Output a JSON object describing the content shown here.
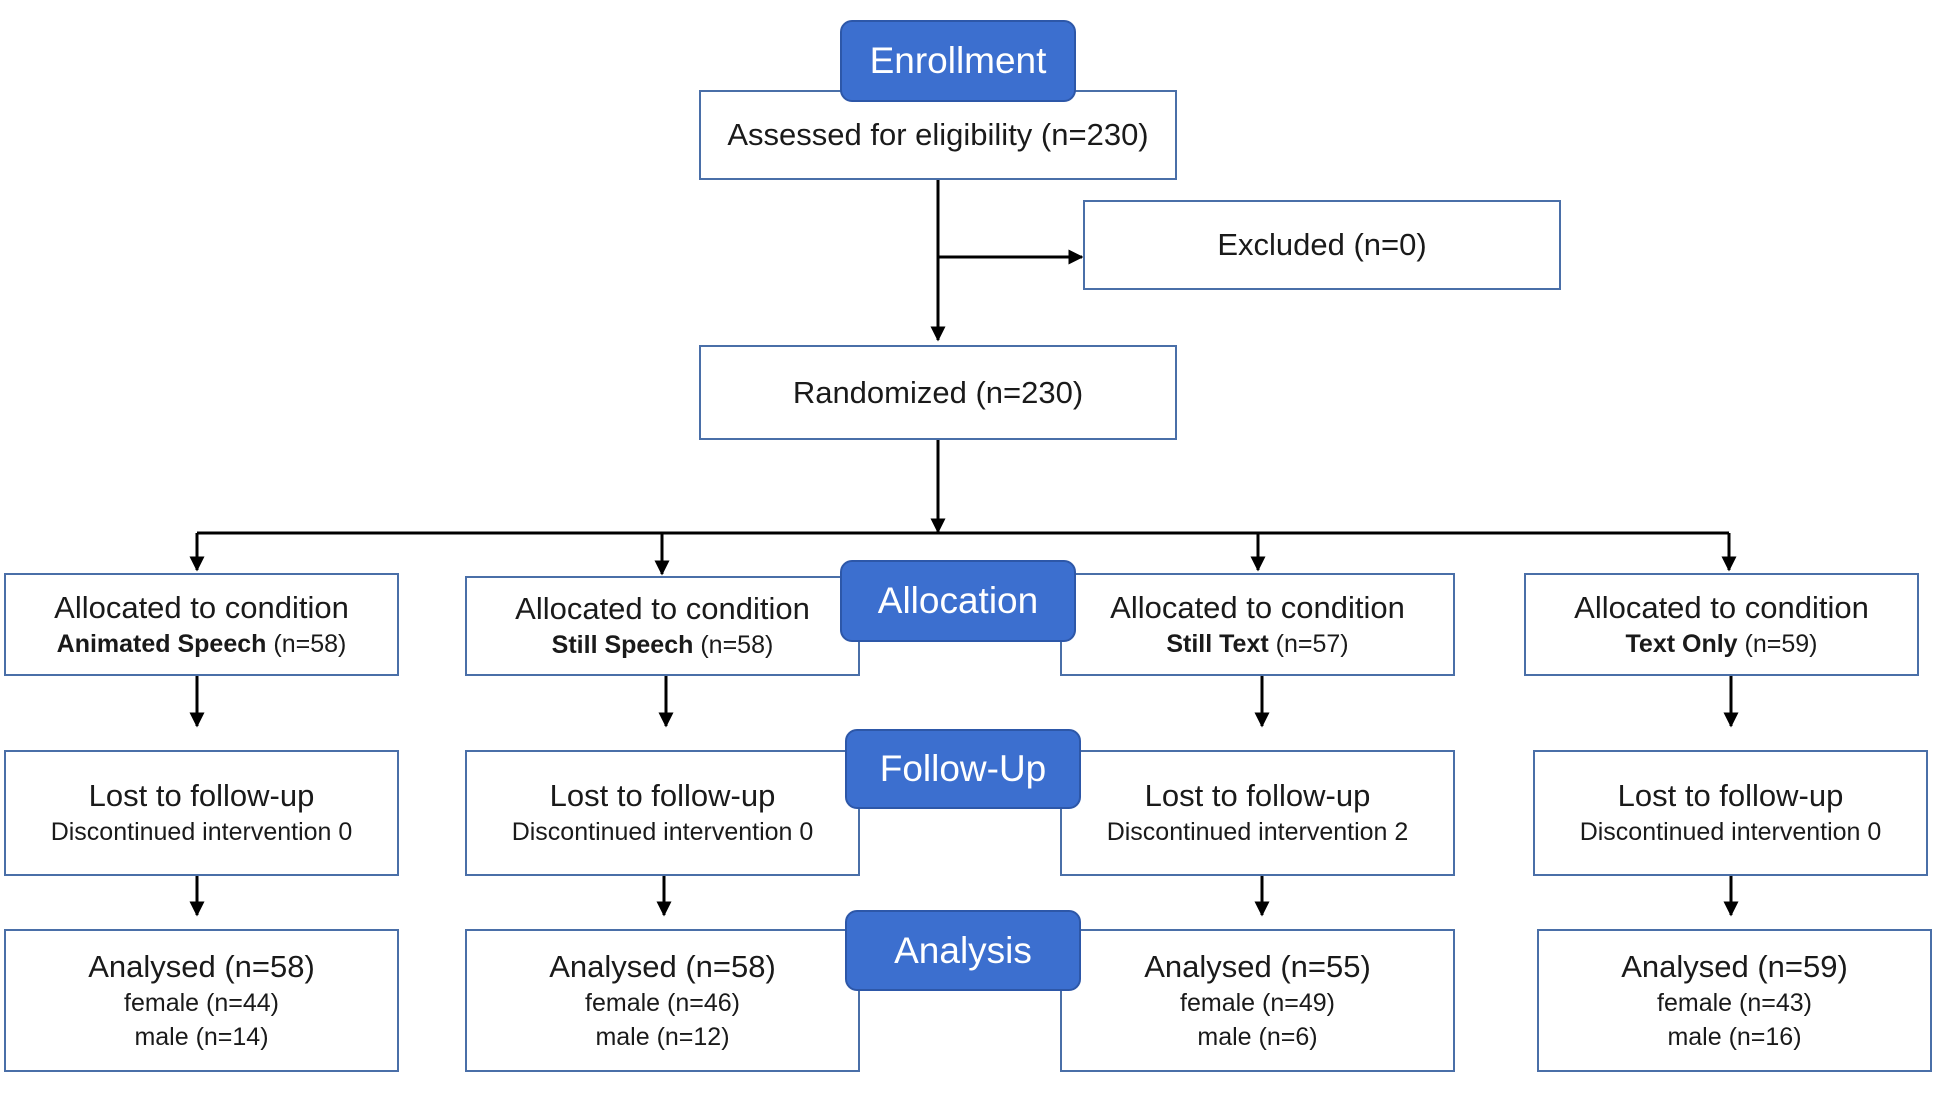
{
  "stages": {
    "enrollment": "Enrollment",
    "allocation": "Allocation",
    "followup": "Follow-Up",
    "analysis": "Analysis"
  },
  "assessed": "Assessed for eligibility (n=230)",
  "excluded": "Excluded (n=0)",
  "randomized": "Randomized (n=230)",
  "conditions": [
    {
      "allocated_label": "Allocated to condition",
      "condition_name": "Animated Speech",
      "condition_n": "(n=58)",
      "lost_label": "Lost to follow-up",
      "discontinued": "Discontinued intervention 0",
      "analysed": "Analysed (n=58)",
      "female": "female (n=44)",
      "male": "male (n=14)"
    },
    {
      "allocated_label": "Allocated to condition",
      "condition_name": "Still Speech",
      "condition_n": "(n=58)",
      "lost_label": "Lost to follow-up",
      "discontinued": "Discontinued intervention 0",
      "analysed": "Analysed (n=58)",
      "female": "female (n=46)",
      "male": "male (n=12)"
    },
    {
      "allocated_label": "Allocated to condition",
      "condition_name": "Still Text",
      "condition_n": "(n=57)",
      "lost_label": "Lost to follow-up",
      "discontinued": "Discontinued intervention 2",
      "analysed": "Analysed (n=55)",
      "female": "female (n=49)",
      "male": "male (n=6)"
    },
    {
      "allocated_label": "Allocated to condition",
      "condition_name": "Text Only",
      "condition_n": "(n=59)",
      "lost_label": "Lost to follow-up",
      "discontinued": "Discontinued intervention 0",
      "analysed": "Analysed (n=59)",
      "female": "female (n=43)",
      "male": "male (n=16)"
    }
  ],
  "colors": {
    "stage_fill": "#3c6fcf",
    "box_border": "#4a6fa8",
    "arrow": "#000000"
  }
}
